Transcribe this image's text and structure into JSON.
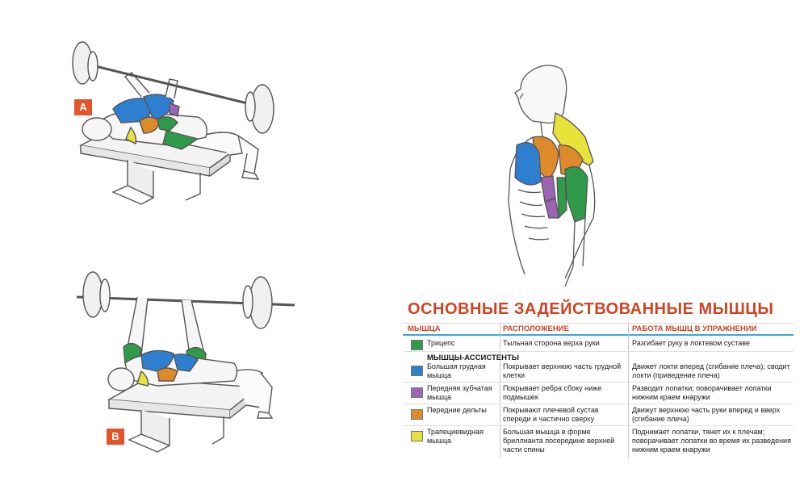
{
  "figures": {
    "a_label": "A",
    "b_label": "B"
  },
  "table": {
    "title": "ОСНОВНЫЕ ЗАДЕЙСТВОВАННЫЕ МЫШЦЫ",
    "headers": [
      "МЫШЦА",
      "РАСПОЛОЖЕНИЕ",
      "РАБОТА МЫШЦ В УПРАЖНЕНИИ"
    ],
    "primary": [
      {
        "color": "#2f9a4a",
        "name": "Трицепс",
        "location": "Тыльная сторона верха руки",
        "work": "Разгибает руку в локтевом суставе"
      }
    ],
    "assistant_label": "МЫШЦЫ-АССИСТЕНТЫ",
    "assistants": [
      {
        "color": "#2f7fd1",
        "name": "Большая грудная мышца",
        "location": "Покрывает верхнюю часть грудной клетки",
        "work": "Движет локти вперед (сгибание плеча); сводит локти (приведение плеча)"
      },
      {
        "color": "#9b64b4",
        "name": "Передняя зубчатая мышца",
        "location": "Покрывает ребра сбоку ниже подмышек",
        "work": "Разводит лопатки; поворачивает лопатки нижним краем кнаружи"
      },
      {
        "color": "#dc8a2a",
        "name": "Передние дельты",
        "location": "Покрывают плечевой сустав спереди и частично сверху",
        "work": "Движут верхнюю часть руки вперед и вверх (сгибание плеча)"
      },
      {
        "color": "#e9e23a",
        "name": "Трапециевидная мышца",
        "location": "Большая мышца в форме бриллианта посередине верхней части спины",
        "work": "Поднимает лопатки, тянет их к плечам; поворачивает лопатки во время их разведения нижним краем кнаружи"
      }
    ]
  },
  "colors": {
    "triceps": "#2f9a4a",
    "pectoral": "#2f7fd1",
    "serratus": "#9b64b4",
    "deltoid": "#dc8a2a",
    "trapezius": "#e9e23a",
    "accent": "#cf4423"
  }
}
